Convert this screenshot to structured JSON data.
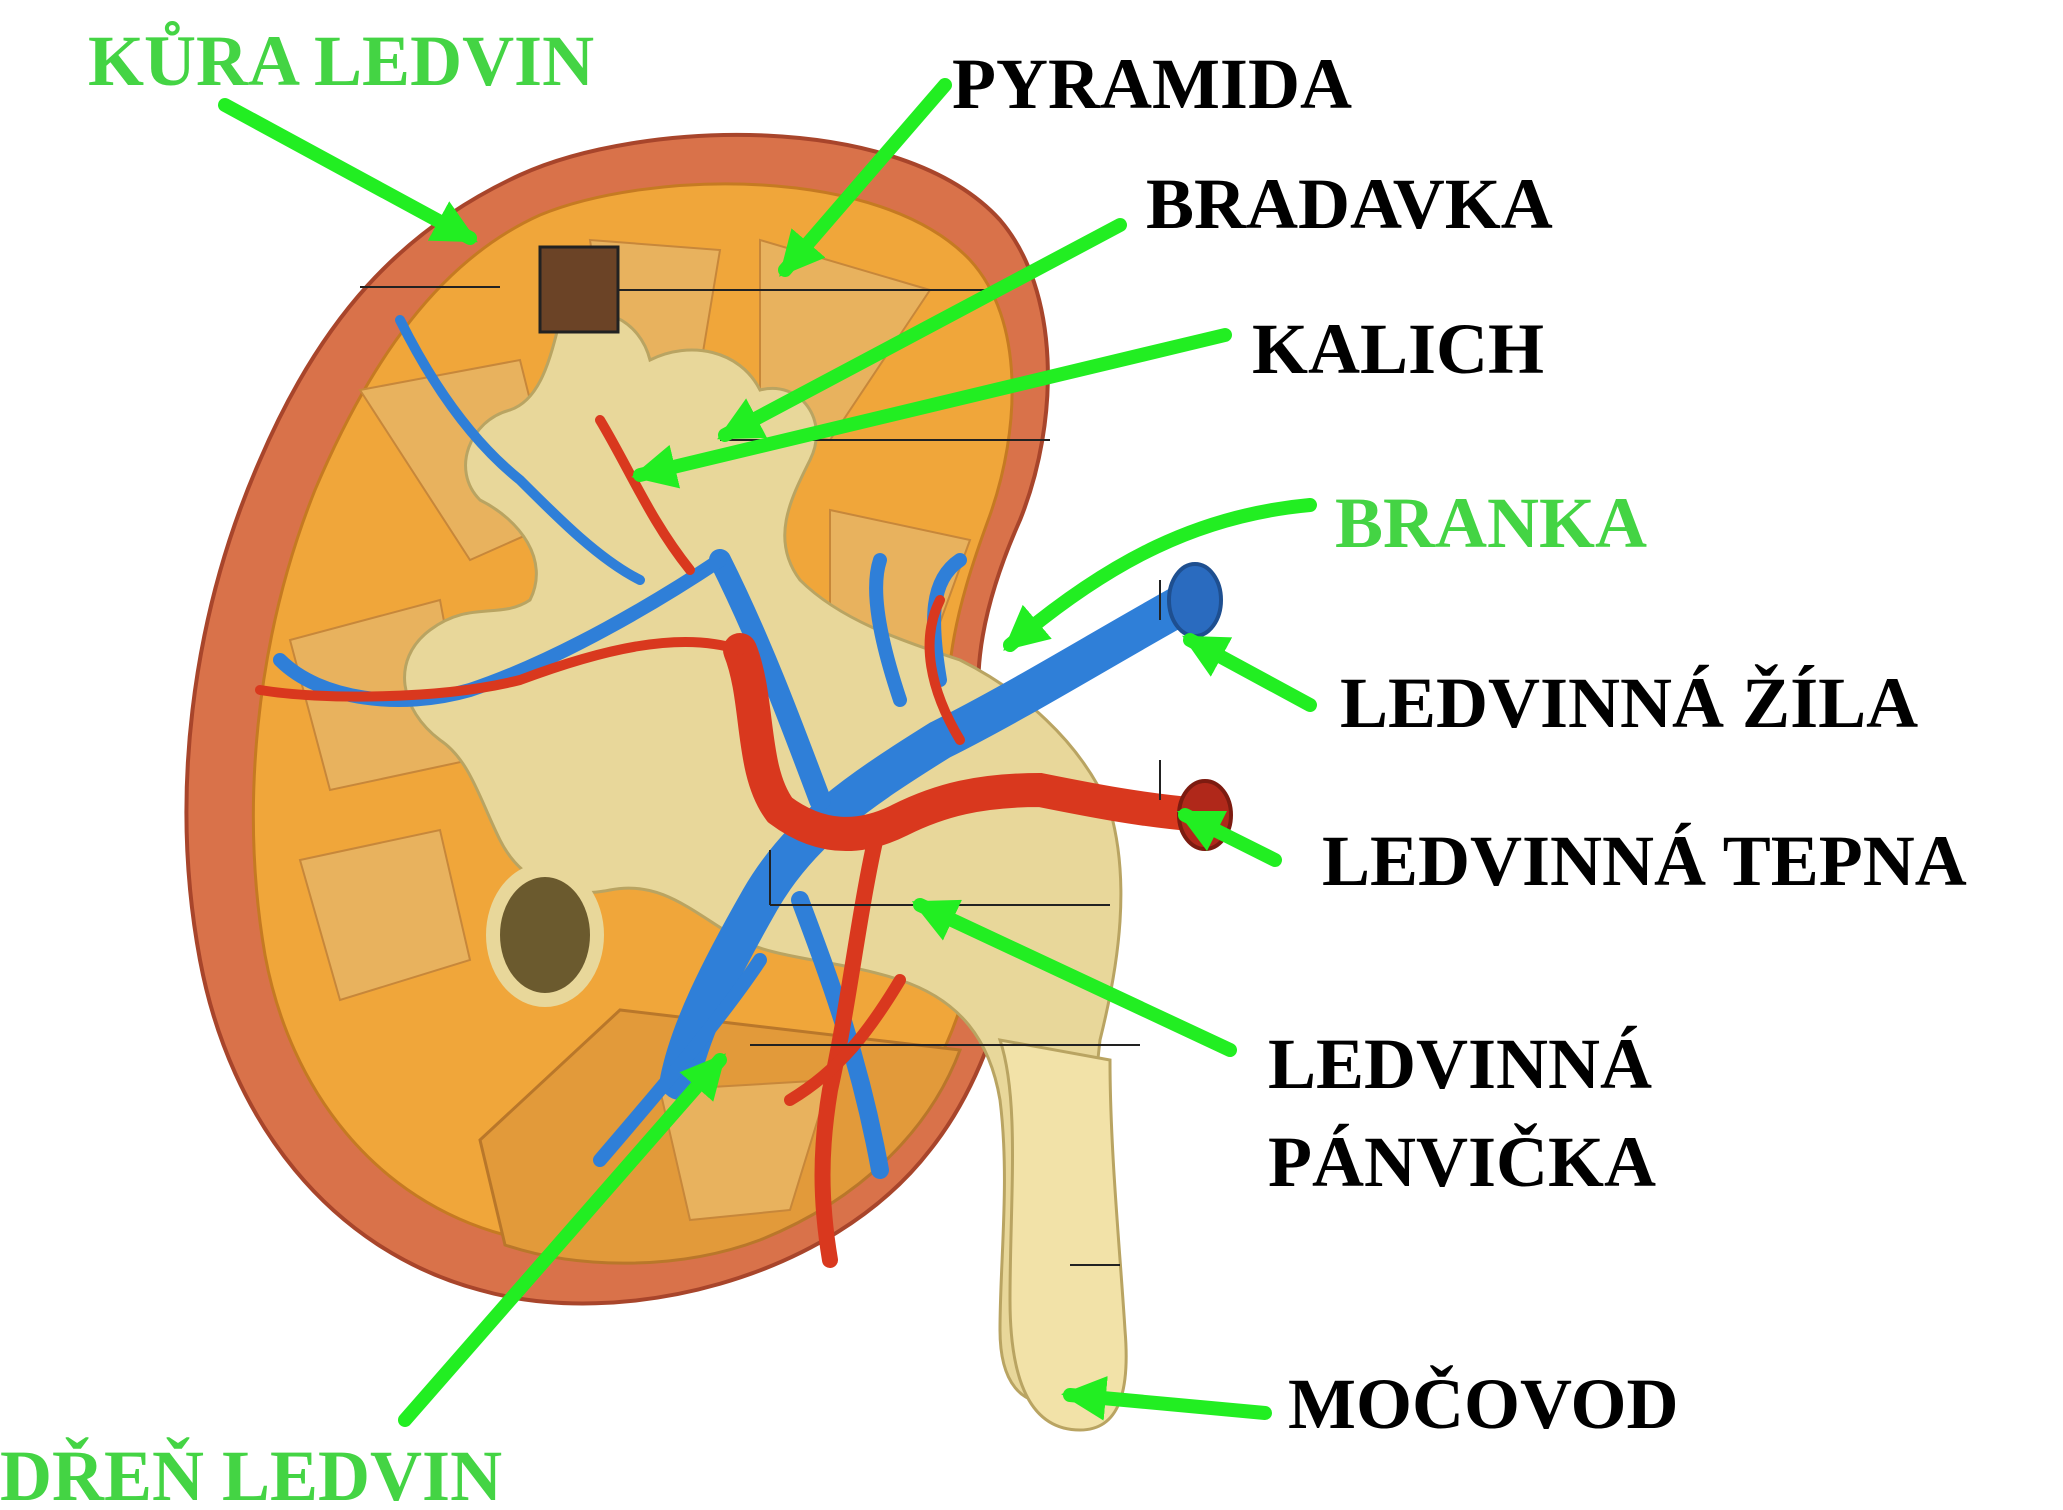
{
  "labels": {
    "kura_ledvin": "KŮRA LEDVIN",
    "pyramida": "PYRAMIDA",
    "bradavka": "BRADAVKA",
    "kalich": "KALICH",
    "branka": "BRANKA",
    "ledvinna_zila": "LEDVINNÁ ŽÍLA",
    "ledvinna_tepna": "LEDVINNÁ TEPNA",
    "ledvinna_panvicka_line1": "LEDVINNÁ",
    "ledvinna_panvicka_line2": "PÁNVIČKA",
    "mocovod": "MOČOVOD",
    "dren_ledvin": "DŘEŇ LEDVIN"
  },
  "colors": {
    "highlight_label": "#44d444",
    "default_label": "#000000",
    "arrow": "#22ee22",
    "capsule": "#d9724a",
    "cortex": "#f0a63a",
    "medulla": "#e8b25e",
    "pelvis": "#e8d79a",
    "vein": "#2f7fd8",
    "artery": "#d9381e"
  }
}
